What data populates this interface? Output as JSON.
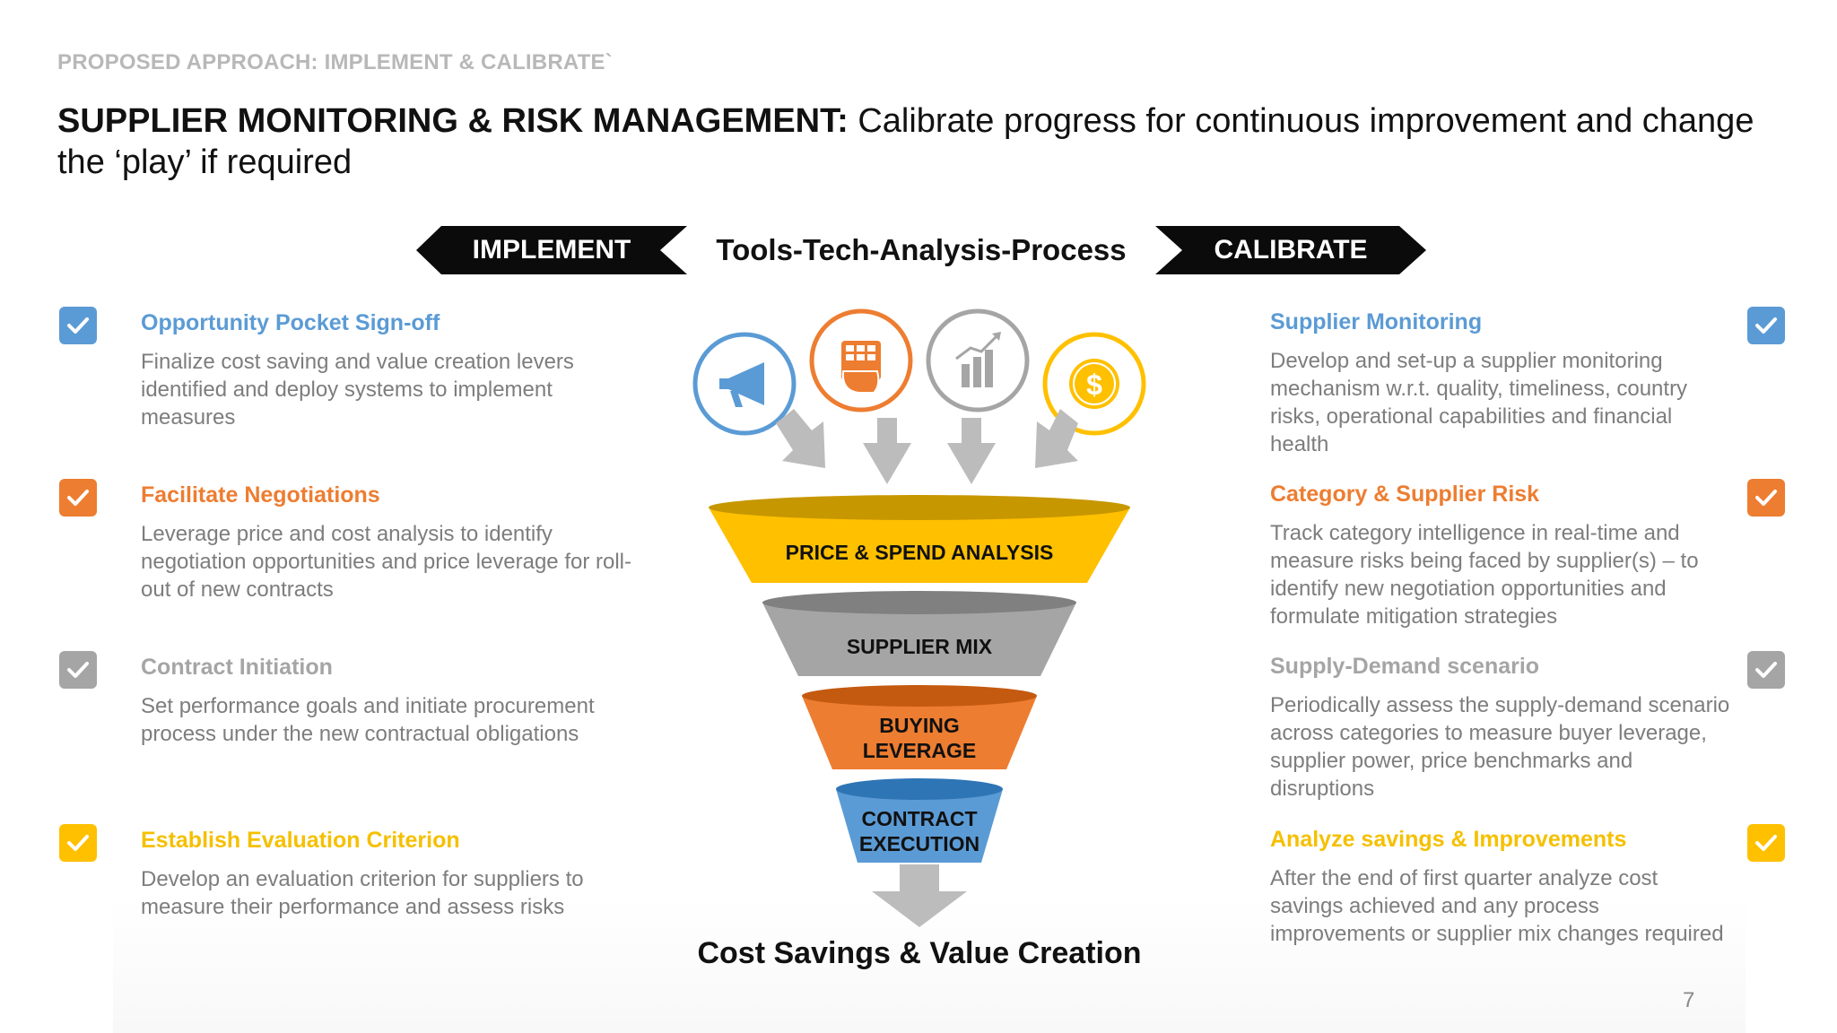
{
  "header": {
    "eyebrow": "PROPOSED APPROACH: IMPLEMENT & CALIBRATE`",
    "headline_bold": "SUPPLIER MONITORING & RISK MANAGEMENT:",
    "headline_rest": " Calibrate progress for continuous improvement and change the ‘play’ if required"
  },
  "banner": {
    "left_label": "IMPLEMENT",
    "center_label": "Tools-Tech-Analysis-Process",
    "right_label": "CALIBRATE"
  },
  "left_items": [
    {
      "title": "Opportunity Pocket Sign-off",
      "desc": "Finalize cost saving and value creation levers identified and deploy systems to implement measures",
      "color": "#5b9bd5"
    },
    {
      "title": "Facilitate Negotiations",
      "desc": "Leverage price and cost analysis to identify negotiation opportunities and price leverage for roll-out of new contracts",
      "color": "#ed7d31"
    },
    {
      "title": "Contract Initiation",
      "desc": "Set performance goals and initiate procurement process under the new contractual obligations",
      "color": "#a5a5a5"
    },
    {
      "title": "Establish Evaluation Criterion",
      "desc": "Develop an evaluation criterion for suppliers to measure their performance and assess risks",
      "color": "#ffc000"
    }
  ],
  "right_items": [
    {
      "title": "Supplier Monitoring",
      "desc": "Develop and set-up a supplier monitoring mechanism w.r.t. quality, timeliness, country risks, operational capabilities and financial health",
      "color": "#5b9bd5"
    },
    {
      "title": "Category & Supplier Risk",
      "desc": "Track category intelligence in real-time and measure risks being faced by supplier(s) – to identify new negotiation opportunities and formulate mitigation strategies",
      "color": "#ed7d31"
    },
    {
      "title": "Supply-Demand scenario",
      "desc": "Periodically assess the supply-demand scenario across categories to measure buyer leverage, supplier power, price benchmarks and disruptions",
      "color": "#a5a5a5"
    },
    {
      "title": "Analyze savings & Improvements",
      "desc": "After the end of first quarter analyze cost savings achieved and any process improvements or supplier mix changes required",
      "color": "#ffc000"
    }
  ],
  "funnel": {
    "icons": [
      "megaphone-icon",
      "hand-calculator-icon",
      "bar-chart-growth-icon",
      "dollar-coin-icon"
    ],
    "levels": [
      {
        "line1": "PRICE & SPEND ANALYSIS",
        "line2": "",
        "color": "#ffc000"
      },
      {
        "line1": "SUPPLIER MIX",
        "line2": "",
        "color": "#a5a5a5"
      },
      {
        "line1": "BUYING",
        "line2": "LEVERAGE",
        "color": "#ed7d31"
      },
      {
        "line1": "CONTRACT",
        "line2": "EXECUTION",
        "color": "#5b9bd5"
      }
    ],
    "result": "Cost Savings & Value Creation"
  },
  "page_number": "7"
}
